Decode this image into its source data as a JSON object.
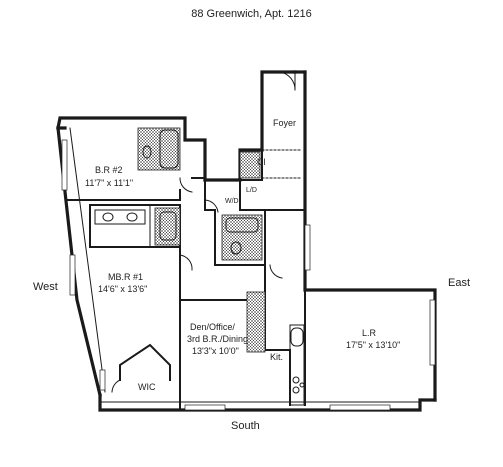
{
  "title": "88 Greenwich, Apt. 1216",
  "compass": {
    "west": "West",
    "east": "East",
    "south": "South"
  },
  "rooms": {
    "br2": {
      "name": "B.R #2",
      "size": "11'7\" x 11'1\""
    },
    "mbr1": {
      "name": "MB.R #1",
      "size": "14'6\" x 13'6\""
    },
    "den": {
      "line1": "Den/Office/",
      "line2": "3rd B.R./Dining",
      "size": "13'3\"x 10'0\""
    },
    "lr": {
      "name": "L.R",
      "size": "17'5\" x 13'10\""
    },
    "foyer": "Foyer",
    "kitchen": "Kit.",
    "wic": "WIC",
    "closet": "Cl",
    "laundry": "W/D",
    "linen": "L/D"
  }
}
